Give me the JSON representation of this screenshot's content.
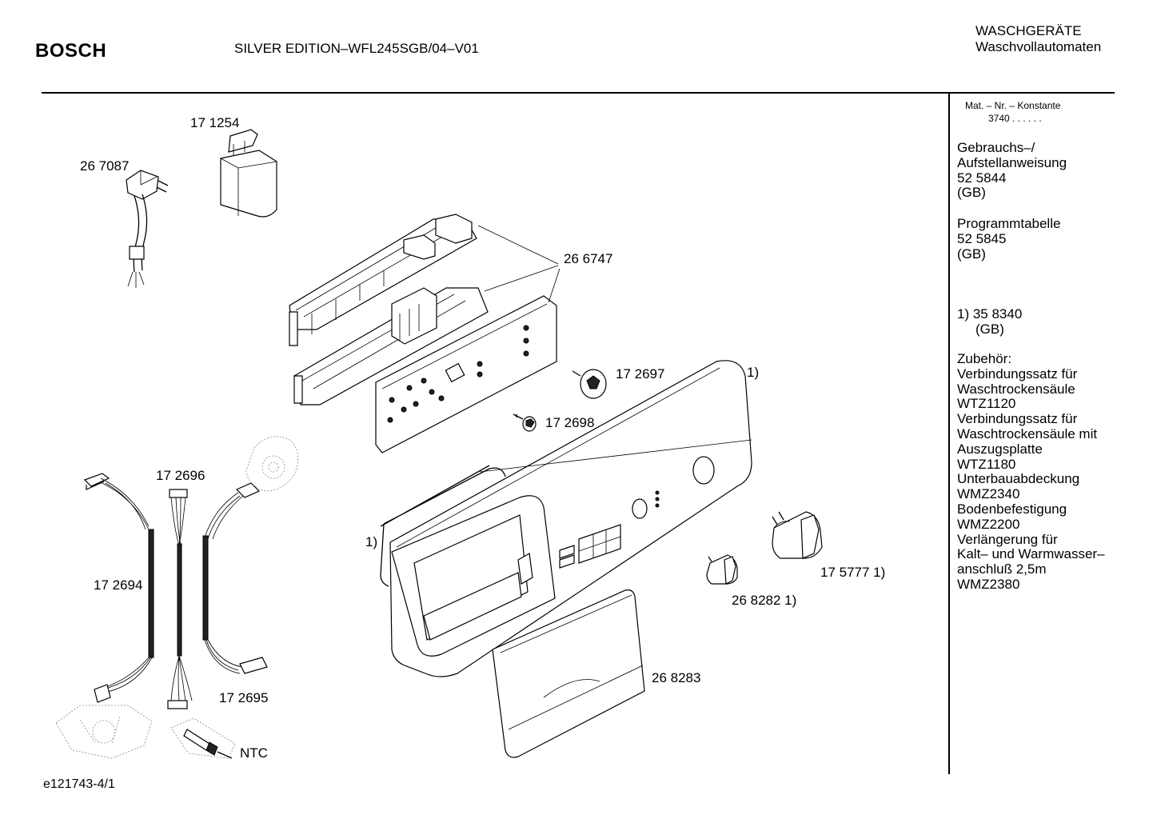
{
  "header": {
    "brand": "BOSCH",
    "model": "SILVER EDITION–WFL245SGB/04–V01",
    "category_line1": "WASCHGERÄTE",
    "category_line2": "Waschvollautomaten"
  },
  "sidebar": {
    "mat_label": "Mat. – Nr. – Konstante",
    "mat_value": "3740  .  .    .  .  .  .",
    "manual_title": [
      "Gebrauchs–/",
      "Aufstellanweisung"
    ],
    "manual_number": "52 5844",
    "manual_lang": "(GB)",
    "table_title": "Programmtabelle",
    "table_number": "52 5845",
    "table_lang": "(GB)",
    "note_ref": "1) 35 8340",
    "note_lang": "(GB)",
    "accessories_title": "Zubehör:",
    "accessories": [
      "Verbindungssatz für",
      "Waschtrockensäule",
      "WTZ1120",
      "Verbindungssatz für",
      "Waschtrockensäule mit",
      "Auszugsplatte",
      "WTZ1180",
      "Unterbauabdeckung",
      "WMZ2340",
      "Bodenbefestigung",
      "WMZ2200",
      "Verlängerung für",
      "Kalt– und Warmwasser–",
      "anschluß 2,5m",
      "WMZ2380"
    ]
  },
  "parts": {
    "p171254": "17 1254",
    "p267087": "26 7087",
    "p266747": "26 6747",
    "p172697": "17 2697",
    "p172698": "17 2698",
    "note_panel": "1)",
    "note_seal": "1)",
    "p172696": "17 2696",
    "p172694": "17 2694",
    "p172695": "17 2695",
    "ntc": "NTC",
    "p175777": "17 5777 1)",
    "p268282": "26 8282 1)",
    "p268283": "26 8283"
  },
  "footer": {
    "drawing_id": "e121743-4/1"
  }
}
